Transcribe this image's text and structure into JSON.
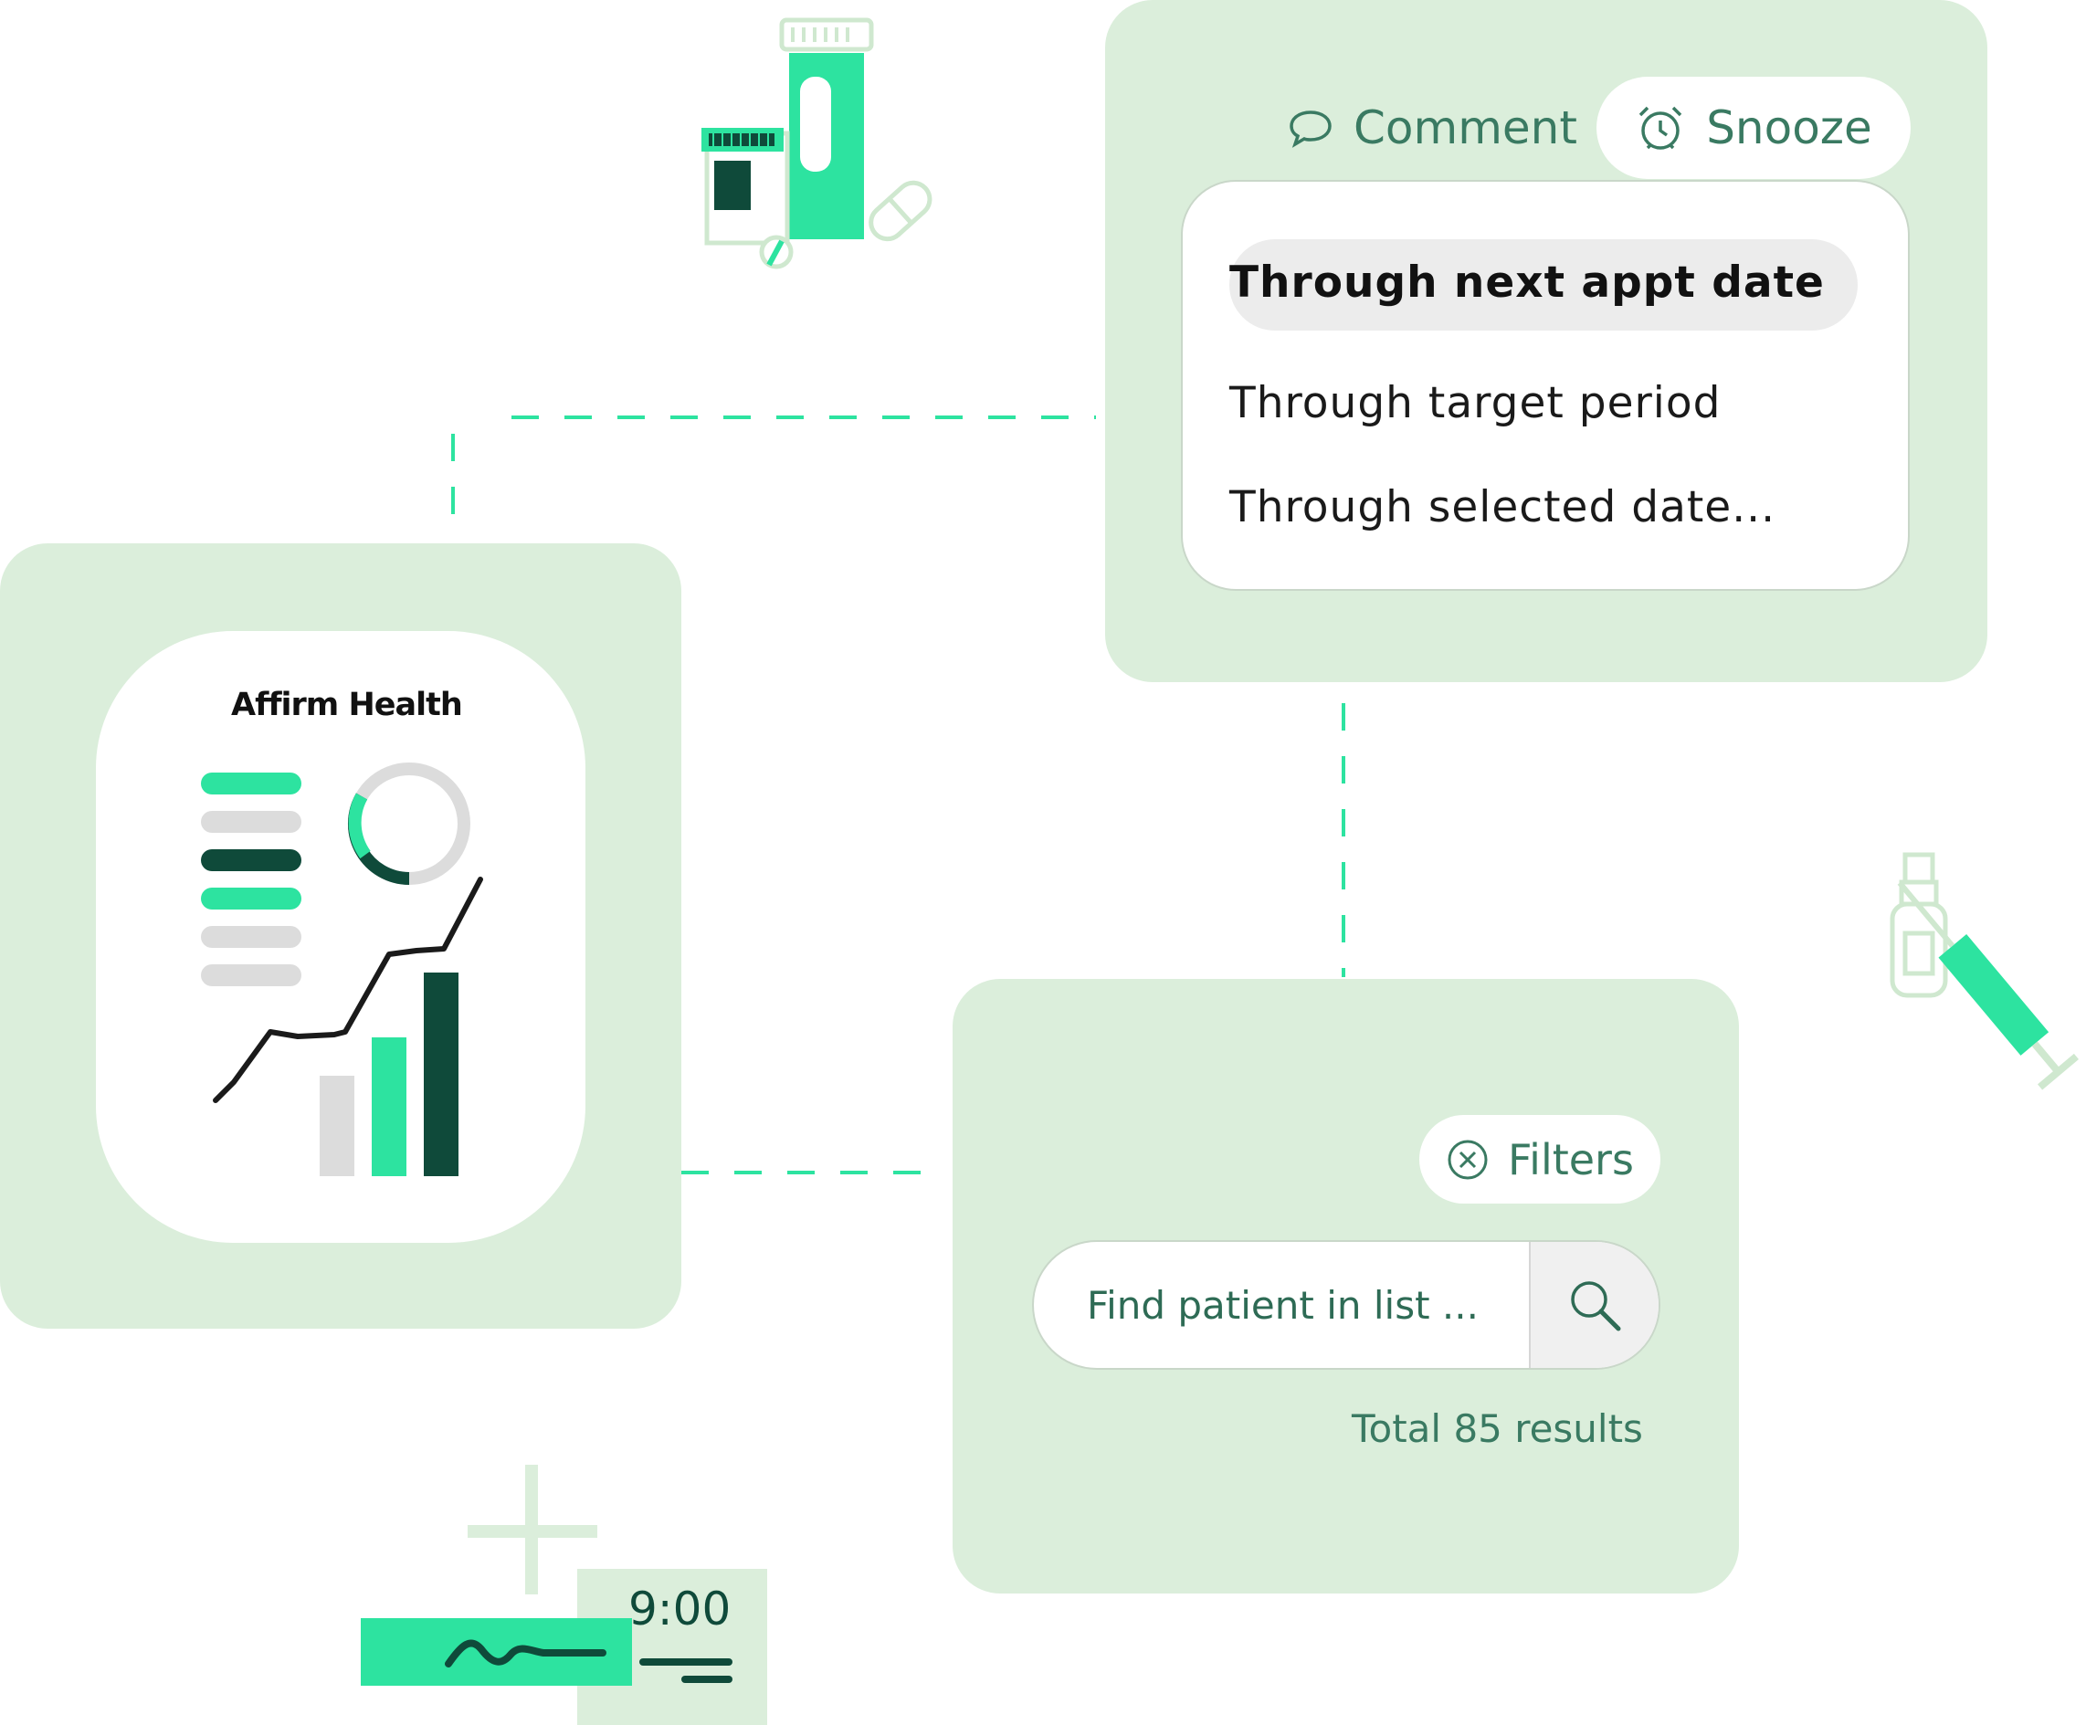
{
  "snooze_panel": {
    "tabs": {
      "comment": "Comment",
      "snooze": "Snooze"
    },
    "options": [
      "Through next appt date",
      "Through target period",
      "Through selected date..."
    ],
    "selected_index": 0
  },
  "report": {
    "brand": "Affirm Health"
  },
  "search": {
    "filters_label": "Filters",
    "placeholder": "Find patient in list ...",
    "total": "Total 85 results"
  },
  "clock": {
    "time": "9:00"
  },
  "colors": {
    "panel": "#dbeedb",
    "accent": "#2de3a0",
    "dark": "#0f4a3a",
    "text": "#3a7a62"
  },
  "icons": [
    "comment-icon",
    "alarm-clock-icon",
    "close-circle-icon",
    "search-icon",
    "pill-bottle-icon",
    "syringe-icon",
    "plus-icon"
  ]
}
